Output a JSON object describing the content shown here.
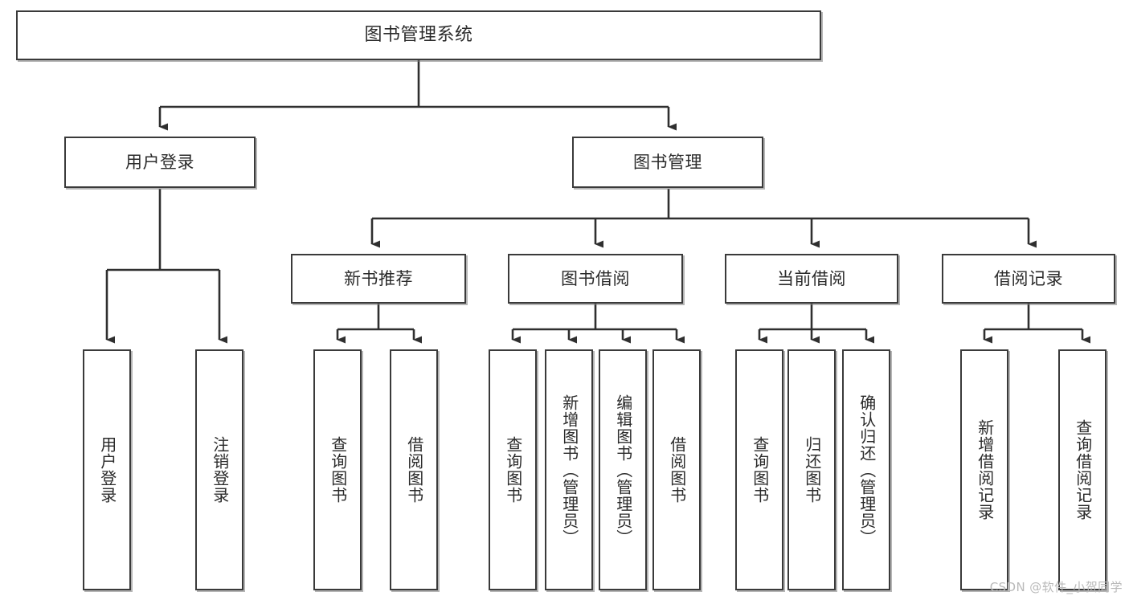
{
  "diagram": {
    "title": "图书管理系统",
    "type": "tree-hierarchy",
    "watermark": "CSDN @软件_小贺同学",
    "colors": {
      "box_border": "#3a3a3a",
      "box_fill": "#ffffff",
      "line": "#2f2f2f",
      "text": "#2b2b2b",
      "watermark": "#b9b9b9",
      "background": "#ffffff"
    }
  },
  "nodes": {
    "root": {
      "label": "图书管理系统"
    },
    "level1": [
      {
        "id": "user-login",
        "label": "用户登录"
      },
      {
        "id": "book-manage",
        "label": "图书管理"
      }
    ],
    "level2": [
      {
        "id": "new-book-recommend",
        "label": "新书推荐"
      },
      {
        "id": "book-borrow",
        "label": "图书借阅"
      },
      {
        "id": "current-borrow",
        "label": "当前借阅"
      },
      {
        "id": "borrow-record",
        "label": "借阅记录"
      }
    ],
    "leaves": {
      "user_login": [
        {
          "id": "leaf-user-login",
          "label": "用户登录"
        },
        {
          "id": "leaf-user-logout",
          "label": "注销登录"
        }
      ],
      "new_book_recommend": [
        {
          "id": "leaf-query-book-1",
          "label": "查询图书"
        },
        {
          "id": "leaf-borrow-book-1",
          "label": "借阅图书"
        }
      ],
      "book_borrow": [
        {
          "id": "leaf-query-book-2",
          "label": "查询图书"
        },
        {
          "id": "leaf-add-book",
          "label": "新增图书（管理员）"
        },
        {
          "id": "leaf-edit-book",
          "label": "编辑图书（管理员）"
        },
        {
          "id": "leaf-borrow-book-2",
          "label": "借阅图书"
        }
      ],
      "current_borrow": [
        {
          "id": "leaf-query-book-3",
          "label": "查询图书"
        },
        {
          "id": "leaf-return-book",
          "label": "归还图书"
        },
        {
          "id": "leaf-confirm-return",
          "label": "确认归还（管理员）"
        }
      ],
      "borrow_record": [
        {
          "id": "leaf-add-record",
          "label": "新增借阅记录"
        },
        {
          "id": "leaf-query-record",
          "label": "查询借阅记录"
        }
      ]
    }
  }
}
